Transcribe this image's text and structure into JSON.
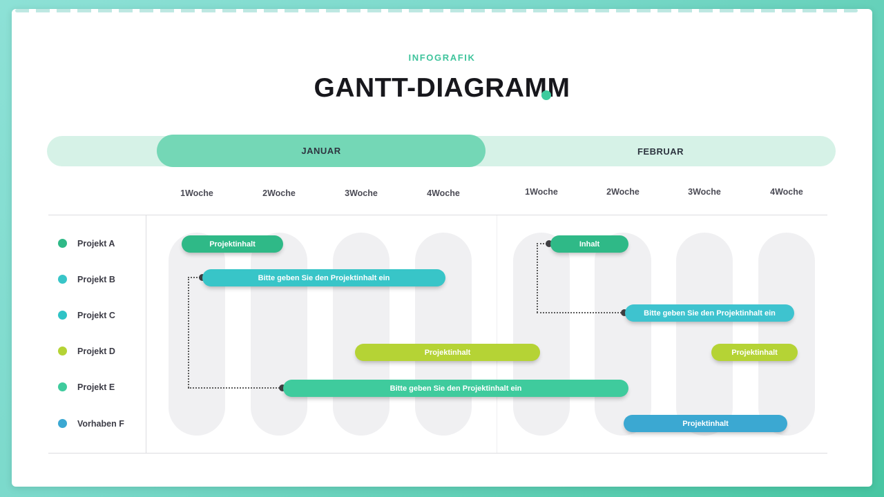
{
  "header": {
    "eyebrow": "INFOGRAFIK",
    "title": "GANTT-DIAGRAMM"
  },
  "colors": {
    "accent": "#3ecb9e",
    "frame_gradient_start": "#8de1d6",
    "frame_gradient_end": "#47c6a2",
    "month_active_pill": "#74d7b6",
    "month_track": "#d6f2e7",
    "week_pill": "#ececf0",
    "column_bg": "#f0f0f2",
    "connector": "#5a5a5a"
  },
  "timeline": {
    "months": [
      {
        "label": "JANUAR",
        "active": true
      },
      {
        "label": "FEBRUAR",
        "active": false
      }
    ],
    "weeks": [
      {
        "label": "1Woche",
        "highlighted": true
      },
      {
        "label": "2Woche",
        "highlighted": false
      },
      {
        "label": "3Woche",
        "highlighted": true
      },
      {
        "label": "4Woche",
        "highlighted": false
      },
      {
        "label": "1Woche",
        "highlighted": true
      },
      {
        "label": "2Woche",
        "highlighted": false
      },
      {
        "label": "3Woche",
        "highlighted": true
      },
      {
        "label": "4Woche",
        "highlighted": false
      }
    ]
  },
  "projects": [
    {
      "label": "Projekt A",
      "dot_color": "#2fb987",
      "dot_css": "background:#2fb987"
    },
    {
      "label": "Projekt B",
      "dot_color": "#38c5c8",
      "dot_css": "background:#38c5c8"
    },
    {
      "label": "Projekt C",
      "dot_color": "#2fc3c6",
      "dot_css": "background:#2fc3c6"
    },
    {
      "label": "Projekt D",
      "dot_color": "#b5d335",
      "dot_css": "background:#b5d335"
    },
    {
      "label": "Projekt E",
      "dot_color": "#3fcb9d",
      "dot_css": "background:#3fcb9d"
    },
    {
      "label": "Vorhaben F",
      "dot_color": "#3ba8d2",
      "dot_css": "background:#3ba8d2"
    }
  ],
  "bars": [
    {
      "project": "Projekt A",
      "month": "Januar",
      "weeks": "W1-W2",
      "label": "Projektinhalt",
      "color": "#2fb987",
      "css": "left:263px;top:341px;width:147px;background:#2fb987"
    },
    {
      "project": "Projekt B",
      "month": "Januar",
      "weeks": "W1-W4",
      "label": "Bitte geben Sie den Projektinhalt ein",
      "color": "#38c5c8",
      "css": "left:293px;top:390px;width:352px;background:#38c5c8"
    },
    {
      "project": "Projekt D",
      "month": "Januar",
      "weeks": "W3-W4",
      "label": "Projektinhalt",
      "color": "#b5d335",
      "css": "left:514px;top:498px;width:268px;background:#b5d335"
    },
    {
      "project": "Projekt E",
      "month": "Januar-Februar",
      "weeks": "Jan W2 - Feb W2",
      "label": "Bitte geben Sie den Projektinhalt ein",
      "color": "#3fcb9d",
      "css": "left:410px;top:550px;width:500px;background:#3fcb9d"
    },
    {
      "project": "Projekt A",
      "month": "Februar",
      "weeks": "W1",
      "label": "Inhalt",
      "color": "#2fb987",
      "css": "left:797px;top:341px;width:113px;background:#2fb987"
    },
    {
      "project": "Projekt C",
      "month": "Februar",
      "weeks": "W2-W4",
      "label": "Bitte geben Sie den Projektinhalt ein",
      "color": "#3ec3cf",
      "css": "left:905px;top:441px;width:245px;background:#3ec3cf"
    },
    {
      "project": "Projekt D",
      "month": "Februar",
      "weeks": "W3-W4",
      "label": "Projektinhalt",
      "color": "#b5d335",
      "css": "left:1030px;top:498px;width:125px;background:#b5d335"
    },
    {
      "project": "Vorhaben F",
      "month": "Februar",
      "weeks": "W2-W4",
      "label": "Projektinhalt",
      "color": "#3ba8d2",
      "css": "left:903px;top:601px;width:237px;background:#3ba8d2"
    }
  ]
}
